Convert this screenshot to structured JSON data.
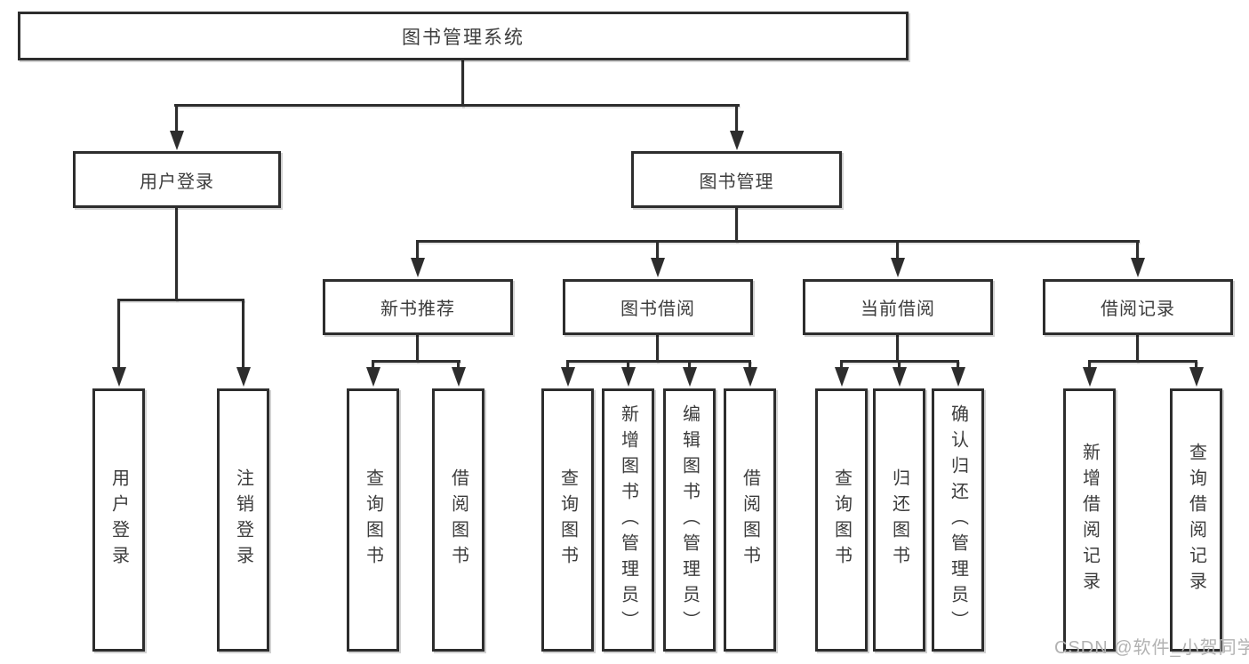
{
  "nodes": {
    "root": "图书管理系统",
    "l2": [
      "用户登录",
      "图书管理"
    ],
    "l3": [
      "新书推荐",
      "图书借阅",
      "当前借阅",
      "借阅记录"
    ],
    "l4": [
      "用户登录",
      "注销登录",
      "查询图书",
      "借阅图书",
      "查询图书",
      "新增图书（管理员）",
      "编辑图书（管理员）",
      "借阅图书",
      "查询图书",
      "归还图书",
      "确认归还（管理员）",
      "新增借阅记录",
      "查询借阅记录"
    ]
  },
  "watermark": "CSDN @软件_小贺同学",
  "colors": {
    "background": "#ffffff",
    "line": "#2d2d2d",
    "box_border": "#2d2d2d",
    "text": "#3c3c3c",
    "watermark": "#b2b2b2"
  }
}
